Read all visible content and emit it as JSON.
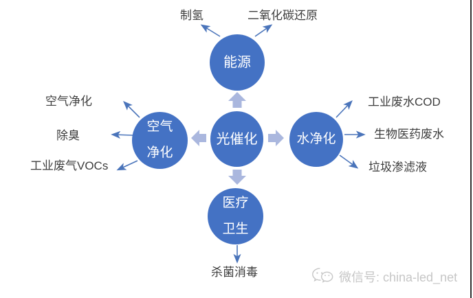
{
  "diagram": {
    "center": {
      "label": "光催化"
    },
    "nodes": {
      "energy": {
        "label": "能源",
        "applications": [
          "制氢",
          "二氧化碳还原"
        ]
      },
      "air": {
        "lines": [
          "空气",
          "净化"
        ],
        "applications": [
          "空气净化",
          "除臭",
          "工业废气VOCs"
        ]
      },
      "water": {
        "label": "水净化",
        "applications": [
          "工业废水COD",
          "生物医药废水",
          "垃圾渗滤液"
        ]
      },
      "medical": {
        "lines": [
          "医疗",
          "卫生"
        ],
        "applications": [
          "杀菌消毒"
        ]
      }
    },
    "colors": {
      "node_fill": "#4472c4",
      "node_text": "#ffffff",
      "block_arrow": "#aab7de",
      "line_arrow": "#4a74ba",
      "label_text": "#3d3d3d",
      "watermark": "#c6c6c6",
      "edge_line": "#2f2f2f"
    }
  },
  "watermark": {
    "text": "微信号: china-led_net"
  }
}
